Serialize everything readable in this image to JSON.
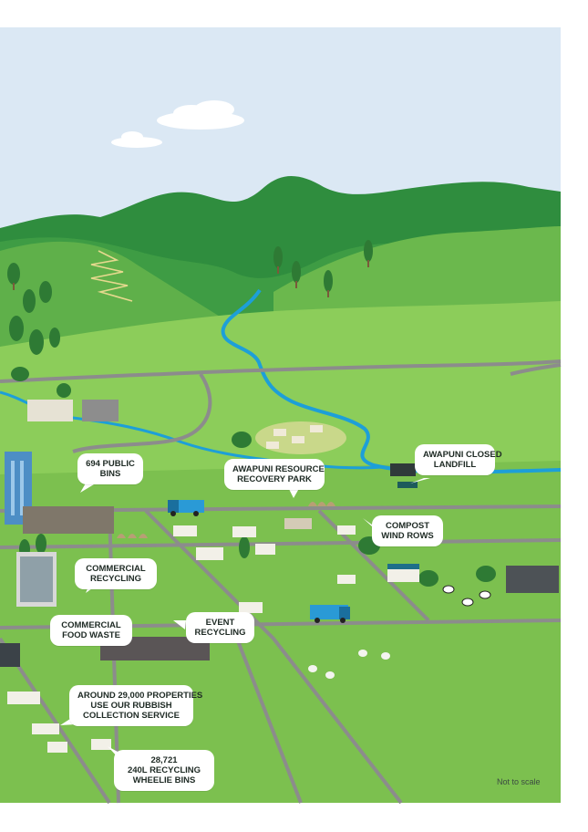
{
  "colors": {
    "sky": "#dbe8f4",
    "hill_dark": "#2f8d3e",
    "hill_mid": "#4aa246",
    "grass_light": "#8ccd5a",
    "grass": "#7cc04f",
    "road": "#8c8c8c",
    "river": "#1d9fd8",
    "callout_bg": "#ffffff",
    "callout_text": "#1e2a24"
  },
  "callouts": {
    "public_bins": [
      "694 PUBLIC",
      "BINS"
    ],
    "resource_park": [
      "AWAPUNI RESOURCE",
      "RECOVERY PARK"
    ],
    "closed_landfill": [
      "AWAPUNI CLOSED",
      "LANDFILL"
    ],
    "compost": [
      "COMPOST",
      "WIND ROWS"
    ],
    "commercial_recycling": [
      "COMMERCIAL",
      "RECYCLING"
    ],
    "commercial_food_waste": [
      "COMMERCIAL",
      "FOOD WASTE"
    ],
    "event_recycling": [
      "EVENT",
      "RECYCLING"
    ],
    "properties": [
      "AROUND 29,000 PROPERTIES",
      "USE OUR RUBBISH",
      "COLLECTION SERVICE"
    ],
    "wheelie_bins": [
      "28,721",
      "240L RECYCLING",
      "WHEELIE BINS"
    ]
  },
  "footer": {
    "scale_note": "Not to scale"
  }
}
